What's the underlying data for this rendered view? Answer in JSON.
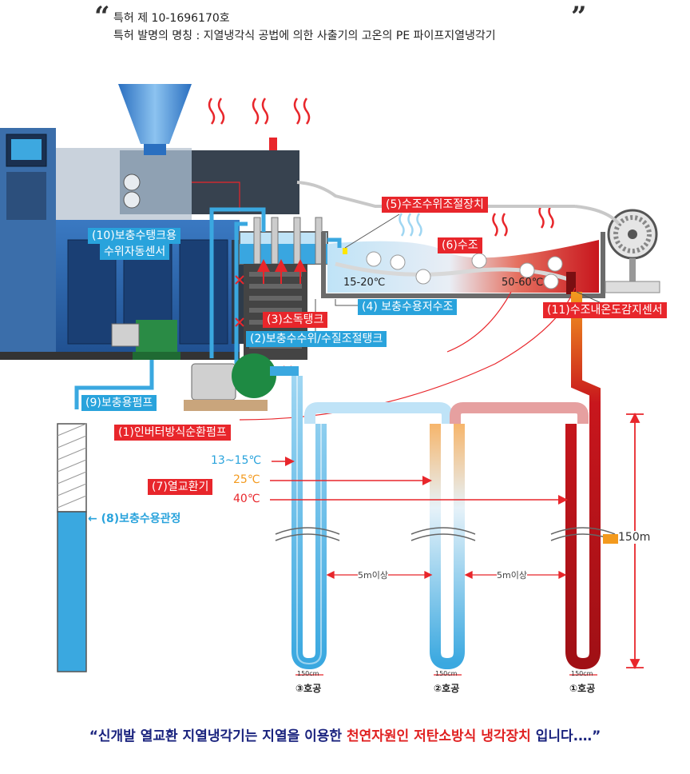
{
  "header": {
    "line1": "특허 제 10-1696170호",
    "line2": "특허 발명의 명칭 : 지열냉각식 공법에 의한 사출기의 고온의 PE 파이프지열냉각기",
    "open_quote": "“",
    "close_quote": "”"
  },
  "labels": {
    "l10_line1": "(10)보충수탱크용",
    "l10_line2": "수위자동센서",
    "l5": "(5)수조수위조절장치",
    "l6": "(6)수조",
    "l3": "(3)소독탱크",
    "l4": "(4) 보충수용저수조",
    "l2": "(2)보충수수위/수질조절탱크",
    "l11": "(11)수조내온도감지센서",
    "l9": "(9)보충용펌프",
    "l1": "(1)인버터방식순환펌프",
    "l7": "(7)열교환기",
    "l8": "(8)보충수용관정"
  },
  "temps": {
    "tank_cold": "15-20℃",
    "tank_hot": "50-60℃",
    "t13": "13~15℃",
    "t25": "25℃",
    "t40": "40℃"
  },
  "dims": {
    "spacing1": "5m이상",
    "spacing2": "5m이상",
    "depth": "150m",
    "width1": "150cm",
    "width2": "150cm",
    "width3": "150cm"
  },
  "wells": {
    "w3": "③호공",
    "w2": "②호공",
    "w1": "①호공"
  },
  "footer": {
    "part1": "“신개발 열교환 지열냉각기는 지열을 이용한 ",
    "part2": "천연자원인 저탄소방식 냉각장치",
    "part3": " 입니다.…”"
  },
  "colors": {
    "label_red": "#e8262b",
    "label_blue": "#29a3dc",
    "cold": "#3aa8e0",
    "warm": "#f39a1e",
    "hot": "#c8161d",
    "footer_text": "#1a237e"
  }
}
